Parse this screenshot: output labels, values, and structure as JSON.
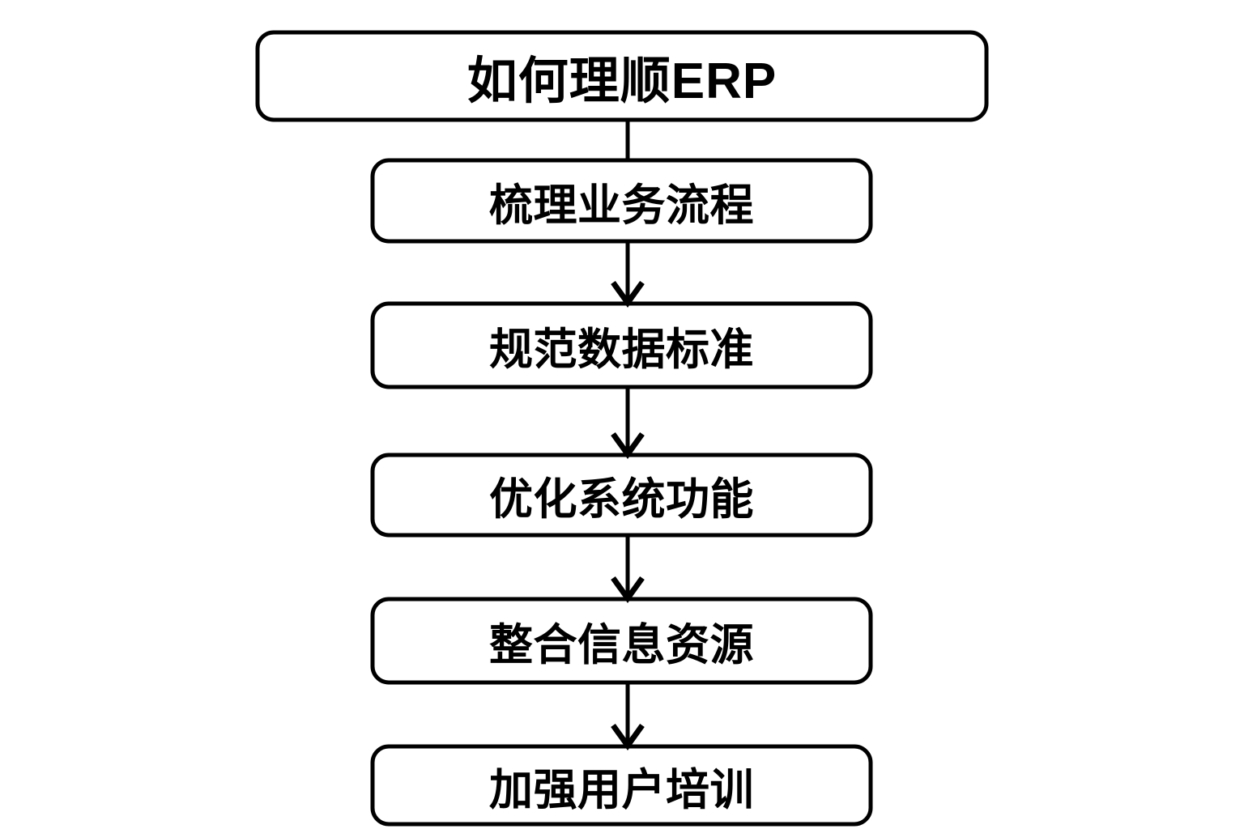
{
  "diagram": {
    "type": "flowchart",
    "orientation": "vertical",
    "background_color": "#ffffff",
    "stroke_color": "#000000",
    "text_color": "#000000",
    "title": {
      "label": "如何理顺ERP"
    },
    "nodes": [
      {
        "id": "step-1",
        "label": "梳理业务流程"
      },
      {
        "id": "step-2",
        "label": "规范数据标准"
      },
      {
        "id": "step-3",
        "label": "优化系统功能"
      },
      {
        "id": "step-4",
        "label": "整合信息资源"
      },
      {
        "id": "step-5",
        "label": "加强用户培训"
      }
    ],
    "connectors": [
      {
        "from": "title",
        "to": "step-1",
        "arrow": "none"
      },
      {
        "from": "step-1",
        "to": "step-2",
        "arrow": "down"
      },
      {
        "from": "step-2",
        "to": "step-3",
        "arrow": "down"
      },
      {
        "from": "step-3",
        "to": "step-4",
        "arrow": "down"
      },
      {
        "from": "step-4",
        "to": "step-5",
        "arrow": "down"
      }
    ]
  }
}
